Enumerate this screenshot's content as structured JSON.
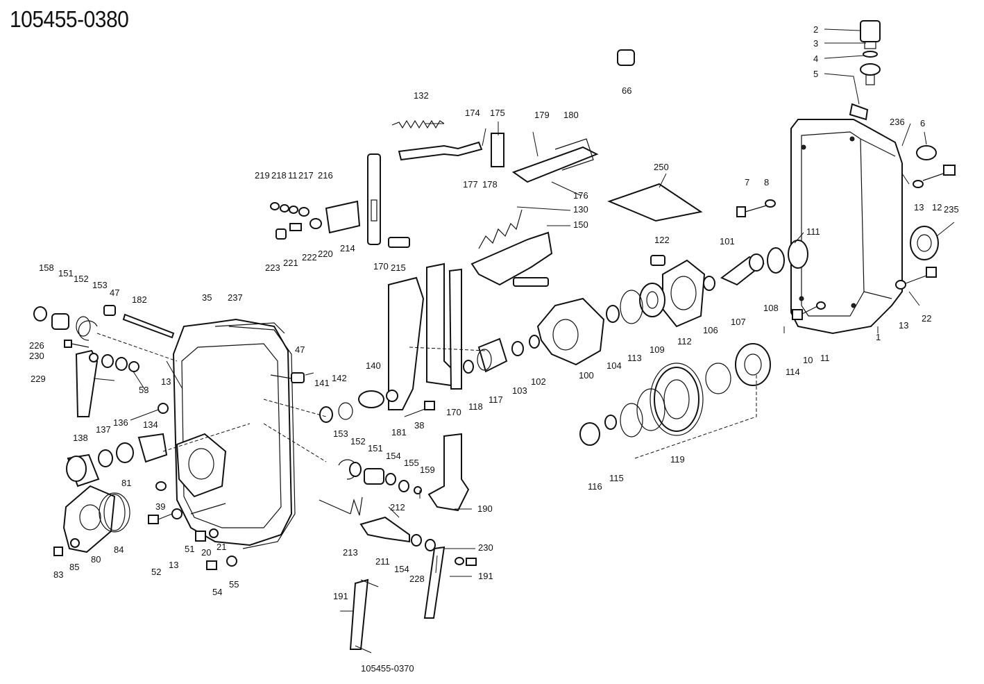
{
  "title": "105455-0380",
  "footnote": "105455-0370",
  "callouts": [
    "2",
    "3",
    "4",
    "5",
    "66",
    "236",
    "6",
    "13",
    "12",
    "235",
    "7",
    "8",
    "111",
    "101",
    "122",
    "1",
    "13",
    "22",
    "10",
    "11",
    "114",
    "250",
    "132",
    "174",
    "175",
    "179",
    "180",
    "177",
    "178",
    "176",
    "219",
    "218",
    "11",
    "217",
    "216",
    "130",
    "150",
    "223",
    "221",
    "222",
    "220",
    "214",
    "170",
    "215",
    "158",
    "151",
    "152",
    "153",
    "47",
    "182",
    "35",
    "237",
    "226",
    "230",
    "229",
    "13",
    "53",
    "136",
    "134",
    "137",
    "138",
    "81",
    "84",
    "80",
    "85",
    "83",
    "39",
    "52",
    "13",
    "51",
    "20",
    "21",
    "54",
    "55",
    "47",
    "141",
    "142",
    "140",
    "181",
    "38",
    "170",
    "118",
    "117",
    "103",
    "102",
    "100",
    "104",
    "113",
    "109",
    "112",
    "106",
    "107",
    "108",
    "153",
    "152",
    "151",
    "154",
    "155",
    "159",
    "190",
    "212",
    "213",
    "211",
    "154",
    "228",
    "230",
    "191",
    "191",
    "116",
    "115",
    "119"
  ]
}
